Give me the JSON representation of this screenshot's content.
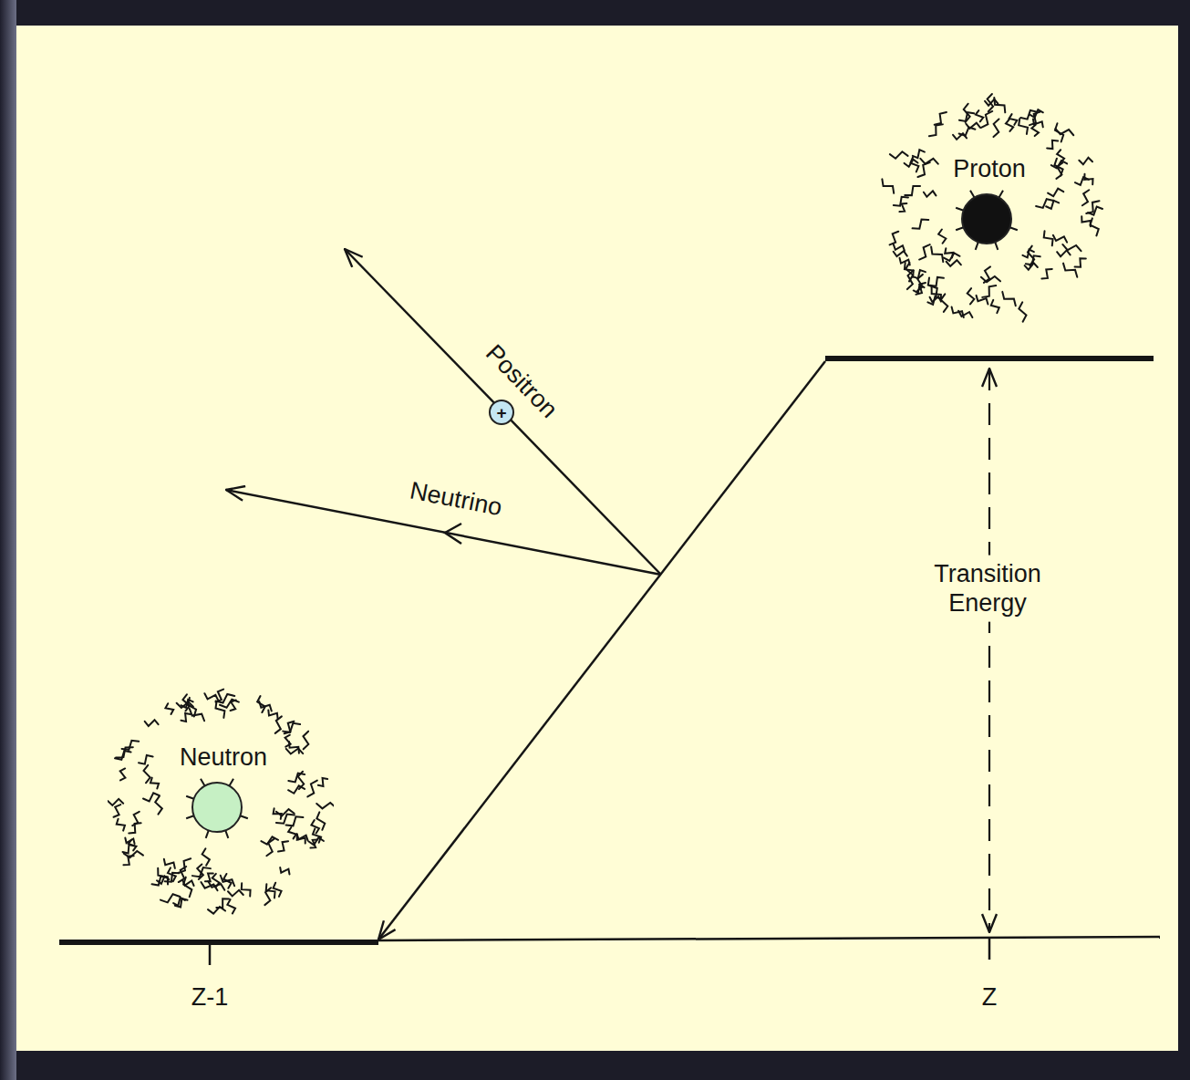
{
  "diagram": {
    "nodes": [
      {
        "text": [
          "Proton"
        ]
      },
      {
        "text": [
          "Neutron"
        ]
      }
    ],
    "labels": [
      "Positron",
      "+",
      "Neutrino",
      "Transition Energy",
      "Z-1",
      "Z"
    ]
  }
}
